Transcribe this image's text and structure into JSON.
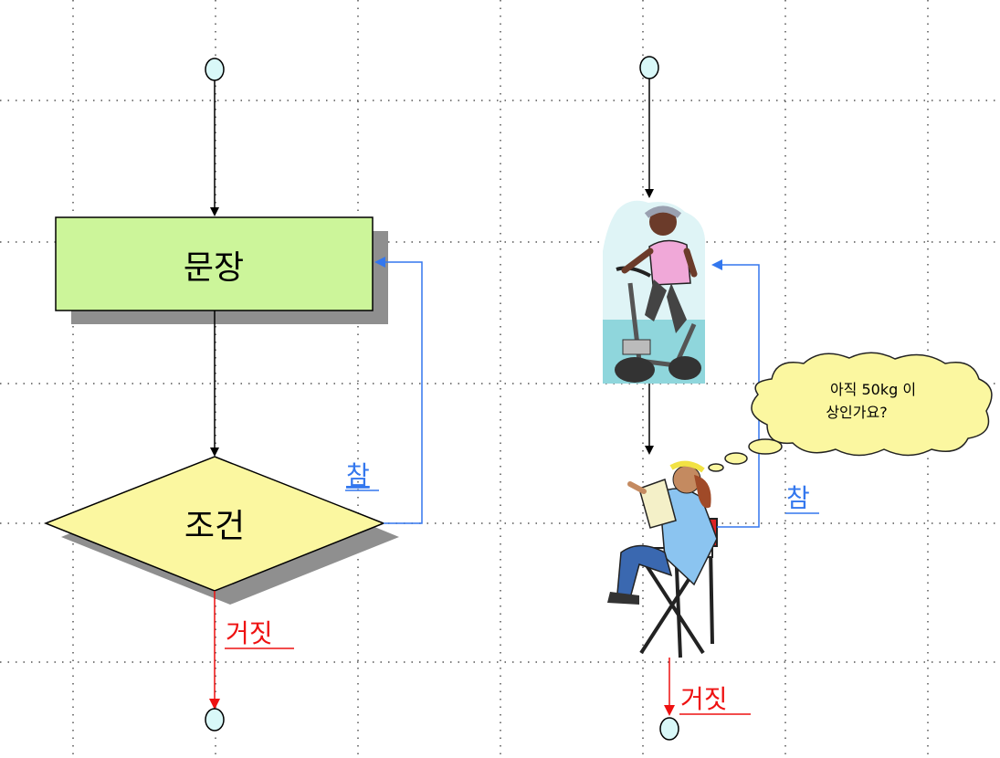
{
  "left_flow": {
    "statement_label": "문장",
    "condition_label": "조건",
    "true_label": "참",
    "false_label": "거짓"
  },
  "right_flow": {
    "thought_line1": "아직 50kg 이",
    "thought_line2": "상인가요?",
    "true_label": "참",
    "false_label": "거짓"
  },
  "colors": {
    "grid": "#555555",
    "flow_line": "#000000",
    "true_line": "#3377ee",
    "false_line": "#ee1111",
    "terminal_fill": "#d9f8f8",
    "statement_fill": "#ccf59a",
    "condition_fill": "#fbf7a0",
    "shadow": "#8f8f8f",
    "thought_fill": "#fbf7a0"
  },
  "icons": {
    "exercise_bike": "exercise-bike-clipart",
    "seated_person": "seated-person-clipart"
  }
}
